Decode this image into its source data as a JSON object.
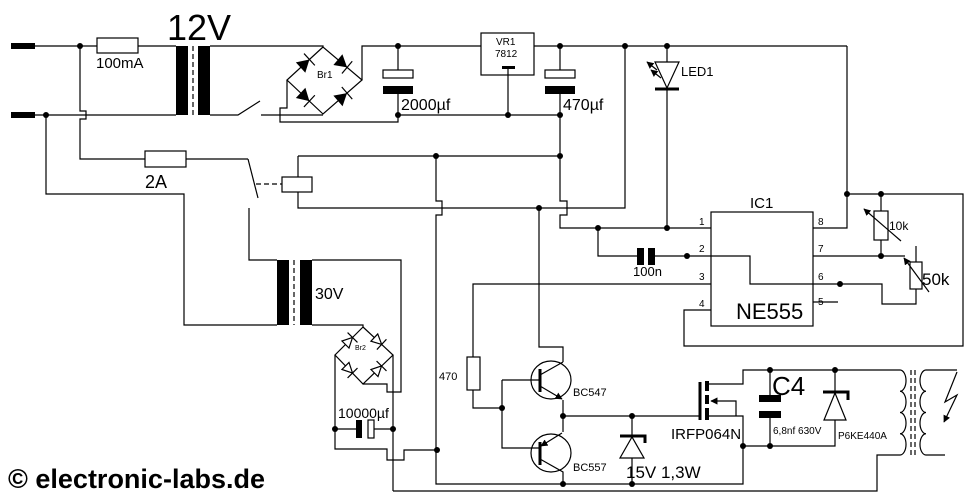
{
  "labels": {
    "transformer1": "12V",
    "fuse1": "100mA",
    "bridge1": "Br1",
    "cap1": "2000µf",
    "regulator_name": "VR1",
    "regulator_part": "7812",
    "cap2": "470µf",
    "led": "LED1",
    "fuse2": "2A",
    "transformer2": "30V",
    "bridge2": "Br2",
    "cap3": "10000µf",
    "resistor": "470",
    "ic_name": "IC1",
    "ic_part": "NE555",
    "cap_timing": "100n",
    "pot1": "10k",
    "pot2": "50k",
    "q1": "BC547",
    "q2": "BC557",
    "zener": "15V 1,3W",
    "mosfet": "IRFP064N",
    "c4": "C4",
    "c4_value": "6,8nf 630V",
    "tvs": "P6KE440A",
    "copyright": "© electronic-labs.de"
  },
  "ic_pins": [
    "1",
    "2",
    "3",
    "4",
    "5",
    "6",
    "7",
    "8"
  ],
  "colors": {
    "line": "#000000",
    "background": "#ffffff"
  }
}
